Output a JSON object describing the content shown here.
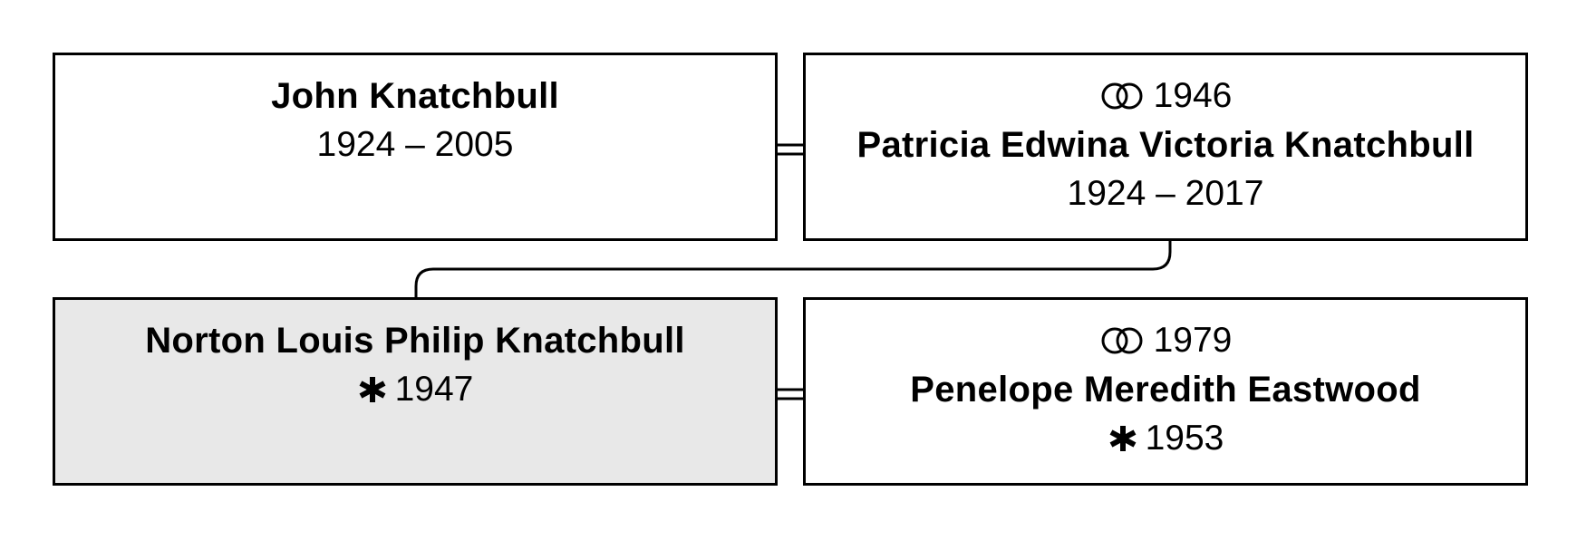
{
  "family_tree": {
    "parents": {
      "husband": {
        "name": "John Knatchbull",
        "dates": "1924 – 2005"
      },
      "wife": {
        "marriage_year": "1946",
        "name": "Patricia Edwina Victoria Knatchbull",
        "dates": "1924 – 2017"
      }
    },
    "child_couple": {
      "child": {
        "name": "Norton Louis Philip Knatchbull",
        "birth_year": "1947"
      },
      "spouse": {
        "marriage_year": "1979",
        "name": "Penelope Meredith Eastwood",
        "birth_year": "1953"
      }
    }
  },
  "icons": {
    "marriage": "wedding-rings-icon",
    "birth": "birth-star-icon"
  },
  "colors": {
    "border": "#000000",
    "highlight_background": "#e8e8e8",
    "background": "#ffffff"
  }
}
